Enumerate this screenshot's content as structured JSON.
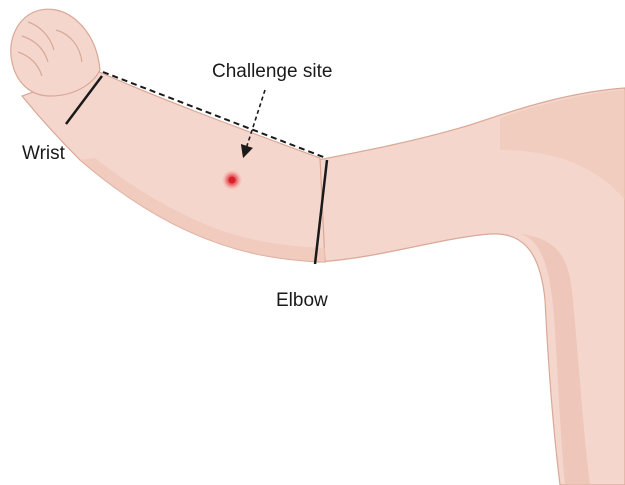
{
  "labels": {
    "challenge_site": "Challenge site",
    "wrist": "Wrist",
    "elbow": "Elbow"
  },
  "colors": {
    "skin": "#f5d6cc",
    "skin_shadow": "#e8bfb2",
    "skin_outline": "#d9a897",
    "line": "#1a1a1a",
    "challenge_spot": "#e0303a",
    "background": "#ffffff"
  }
}
